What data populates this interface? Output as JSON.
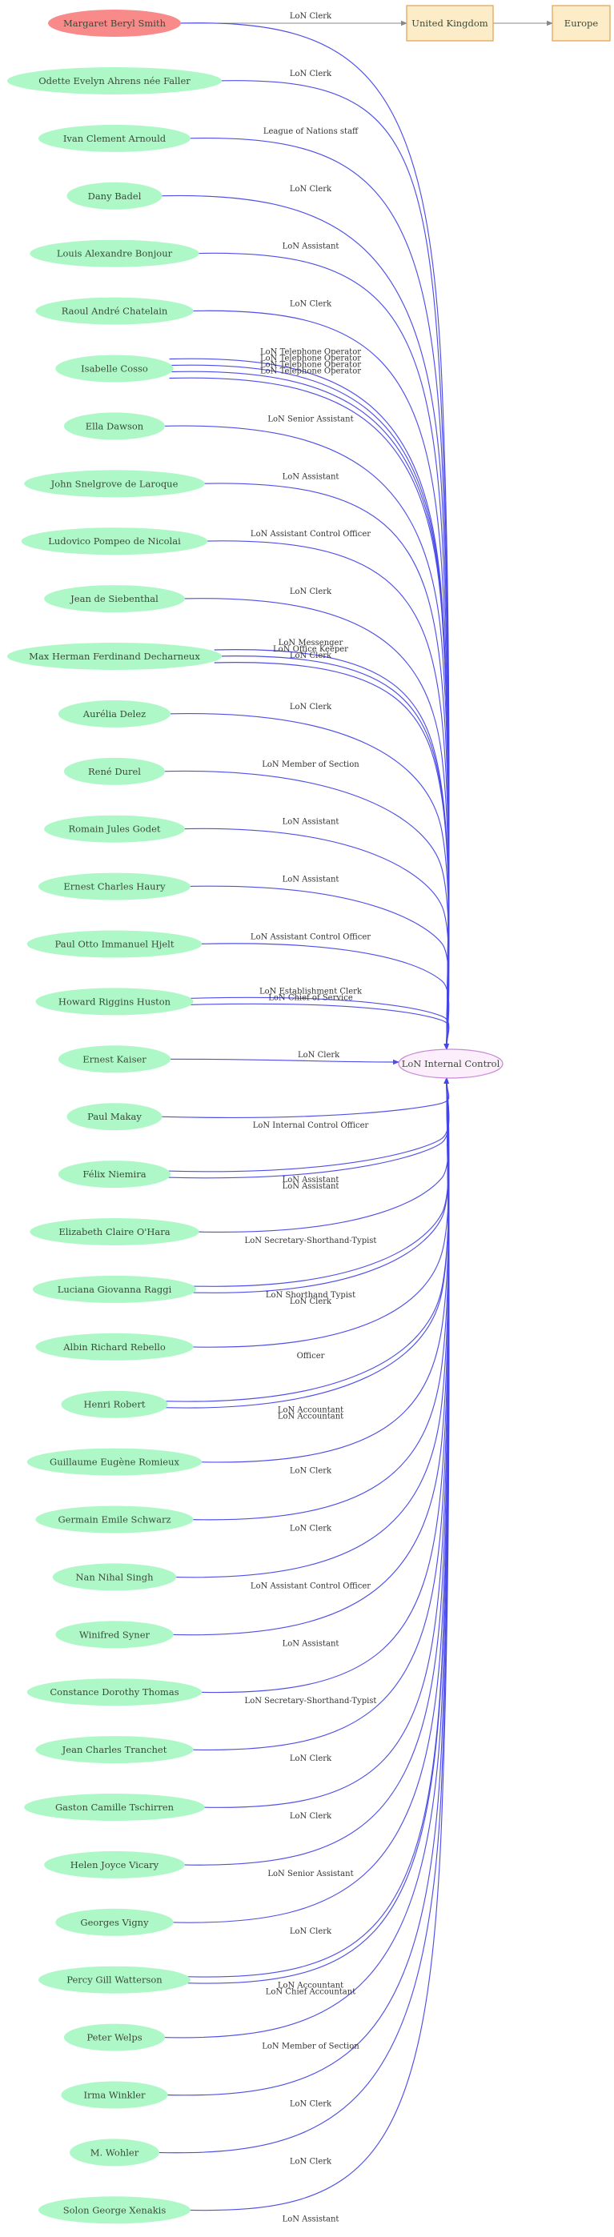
{
  "graph": {
    "source": {
      "name": "Margaret Beryl Smith",
      "color": "#f88a8a",
      "text_color": "#5a2020"
    },
    "place_nodes": [
      {
        "name": "United Kingdom",
        "fill": "#fdecc8",
        "stroke": "#e0a050"
      },
      {
        "name": "Europe",
        "fill": "#fdecc8",
        "stroke": "#e0a050"
      }
    ],
    "target": {
      "name": "LoN Internal Control",
      "fill": "#fdeefb",
      "stroke": "#c88ad8",
      "text_color": "#6a3a6a"
    },
    "person_color": "#aef8c8",
    "edge_color": "#4646e6",
    "place_edge_color": "#888888",
    "people": [
      "Odette Evelyn Ahrens née Faller",
      "Ivan Clement Arnould",
      "Dany Badel",
      "Louis Alexandre Bonjour",
      "Raoul André Chatelain",
      "Isabelle Cosso",
      "Ella Dawson",
      "John Snelgrove de Laroque",
      "Ludovico Pompeo de Nicolai",
      "Jean de Siebenthal",
      "Max Herman Ferdinand Decharneux",
      "Aurélia Delez",
      "René  Durel",
      "Romain Jules Godet",
      "Ernest Charles Haury",
      "Paul Otto Immanuel Hjelt",
      "Howard Riggins Huston",
      "Ernest Kaiser",
      "Paul Makay",
      "Félix Niemira",
      "Elizabeth Claire O'Hara",
      "Luciana Giovanna Raggi",
      "Albin Richard Rebello",
      "Henri Robert",
      "Guillaume Eugène Romieux",
      "Germain Emile Schwarz",
      "Nan Nihal Singh",
      "Winifred Syner",
      "Constance Dorothy Thomas",
      "Jean Charles Tranchet",
      "Gaston Camille  Tschirren",
      "Helen Joyce Vicary",
      "Georges  Vigny",
      "Percy Gill Watterson",
      "Peter Welps",
      "Irma Winkler",
      "M. Wohler",
      "Solon George Xenakis"
    ],
    "edges": [
      {
        "from": "Margaret Beryl Smith",
        "label": "LoN Clerk"
      },
      {
        "from": "Odette Evelyn Ahrens née Faller",
        "label": "LoN Clerk"
      },
      {
        "from": "Ivan Clement Arnould",
        "label": "League of Nations staff"
      },
      {
        "from": "Dany Badel",
        "label": "LoN Clerk"
      },
      {
        "from": "Louis Alexandre Bonjour",
        "label": "LoN Assistant"
      },
      {
        "from": "Raoul André Chatelain",
        "label": "LoN Clerk"
      },
      {
        "from": "Isabelle Cosso",
        "label": "LoN Telephone Operator"
      },
      {
        "from": "Isabelle Cosso",
        "label": "LoN Telephone Operator"
      },
      {
        "from": "Isabelle Cosso",
        "label": "LoN Telephone Operator"
      },
      {
        "from": "Isabelle Cosso",
        "label": "LoN Telephone Operator"
      },
      {
        "from": "Ella Dawson",
        "label": "LoN Senior Assistant"
      },
      {
        "from": "John Snelgrove de Laroque",
        "label": "LoN Assistant"
      },
      {
        "from": "Ludovico Pompeo de Nicolai",
        "label": "LoN Assistant Control Officer"
      },
      {
        "from": "Jean de Siebenthal",
        "label": "LoN Clerk"
      },
      {
        "from": "Max Herman Ferdinand Decharneux",
        "label": "LoN Messenger"
      },
      {
        "from": "Max Herman Ferdinand Decharneux",
        "label": "LoN Office Keeper"
      },
      {
        "from": "Max Herman Ferdinand Decharneux",
        "label": "LoN Clerk"
      },
      {
        "from": "Aurélia Delez",
        "label": "LoN Clerk"
      },
      {
        "from": "René  Durel",
        "label": "LoN Member of Section"
      },
      {
        "from": "Romain Jules Godet",
        "label": "LoN Assistant"
      },
      {
        "from": "Ernest Charles Haury",
        "label": "LoN Assistant"
      },
      {
        "from": "Paul Otto Immanuel Hjelt",
        "label": "LoN Assistant Control Officer"
      },
      {
        "from": "Howard Riggins Huston",
        "label": "LoN Establishment Clerk"
      },
      {
        "from": "Howard Riggins Huston",
        "label": "LoN Chief of Service"
      },
      {
        "from": "Ernest Kaiser",
        "label": "LoN Clerk"
      },
      {
        "from": "Paul Makay",
        "label": "LoN Internal Control Officer"
      },
      {
        "from": "Félix Niemira",
        "label": "LoN Assistant"
      },
      {
        "from": "Félix Niemira",
        "label": "LoN Assistant"
      },
      {
        "from": "Elizabeth Claire O'Hara",
        "label": "LoN Secretary-Shorthand-Typist"
      },
      {
        "from": "Luciana Giovanna Raggi",
        "label": "LoN Shorthand Typist"
      },
      {
        "from": "Luciana Giovanna Raggi",
        "label": "LoN Clerk"
      },
      {
        "from": "Albin Richard Rebello",
        "label": "Officer"
      },
      {
        "from": "Henri Robert",
        "label": "LoN Accountant"
      },
      {
        "from": "Henri Robert",
        "label": "LoN Accountant"
      },
      {
        "from": "Guillaume Eugène Romieux",
        "label": "LoN Clerk"
      },
      {
        "from": "Germain Emile Schwarz",
        "label": "LoN Clerk"
      },
      {
        "from": "Nan Nihal Singh",
        "label": "LoN Assistant Control Officer"
      },
      {
        "from": "Winifred Syner",
        "label": "LoN Assistant"
      },
      {
        "from": "Constance Dorothy Thomas",
        "label": "LoN Secretary-Shorthand-Typist"
      },
      {
        "from": "Jean Charles Tranchet",
        "label": "LoN Clerk"
      },
      {
        "from": "Gaston Camille  Tschirren",
        "label": "LoN Clerk"
      },
      {
        "from": "Helen Joyce Vicary",
        "label": "LoN Senior Assistant"
      },
      {
        "from": "Georges  Vigny",
        "label": "LoN Clerk"
      },
      {
        "from": "Percy Gill Watterson",
        "label": "LoN Accountant"
      },
      {
        "from": "Percy Gill Watterson",
        "label": "LoN Chief Accountant"
      },
      {
        "from": "Peter Welps",
        "label": "LoN Member of Section"
      },
      {
        "from": "Irma Winkler",
        "label": "LoN Clerk"
      },
      {
        "from": "M. Wohler",
        "label": "LoN Clerk"
      },
      {
        "from": "Solon George Xenakis",
        "label": "LoN Assistant"
      }
    ]
  }
}
